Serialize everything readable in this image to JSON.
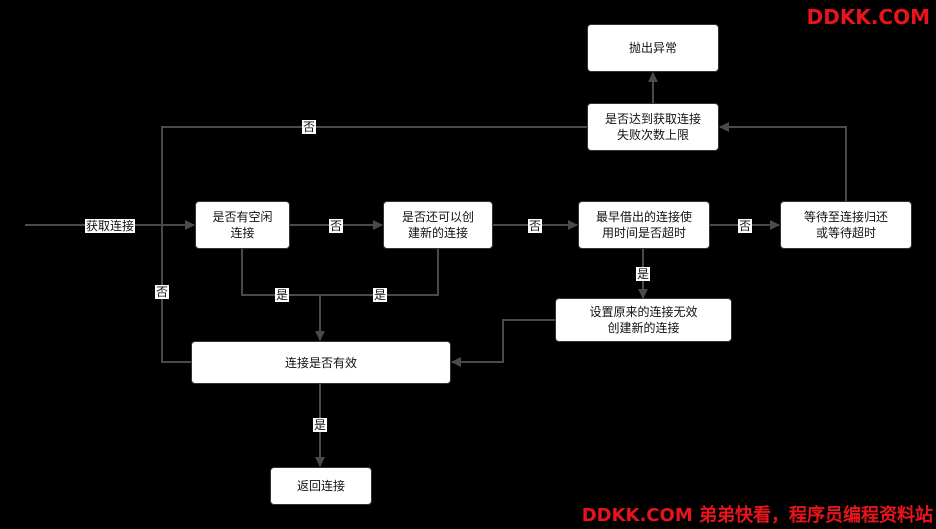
{
  "watermark": {
    "top": "DDKK.COM",
    "bottom": "DDKK.COM 弟弟快看，程序员编程资料站",
    "color": "#e8141c"
  },
  "nodes": {
    "throw_exception": {
      "lines": [
        "抛出异常"
      ]
    },
    "reached_limit": {
      "lines": [
        "是否达到获取连接",
        "失败次数上限"
      ]
    },
    "has_idle": {
      "lines": [
        "是否有空闲",
        "连接"
      ]
    },
    "can_create": {
      "lines": [
        "是否还可以创",
        "建新的连接"
      ]
    },
    "earliest_timeout": {
      "lines": [
        "最早借出的连接使",
        "用时间是否超时"
      ]
    },
    "wait": {
      "lines": [
        "等待至连接归还",
        "或等待超时"
      ]
    },
    "set_invalid": {
      "lines": [
        "设置原来的连接无效",
        "创建新的连接"
      ]
    },
    "is_valid": {
      "lines": [
        "连接是否有效"
      ]
    },
    "return_conn": {
      "lines": [
        "返回连接"
      ]
    }
  },
  "edge_labels": {
    "get_connection": "获取连接",
    "no_limit": "否",
    "no_idle": "否",
    "no_create": "否",
    "no_timeout": "否",
    "yes_timeout": "是",
    "yes_idle": "是",
    "yes_create": "是",
    "no_valid": "否",
    "yes_valid": "是"
  },
  "colors": {
    "line": "#4a4a4a",
    "node_fill": "#ffffff",
    "background": "#000000"
  }
}
